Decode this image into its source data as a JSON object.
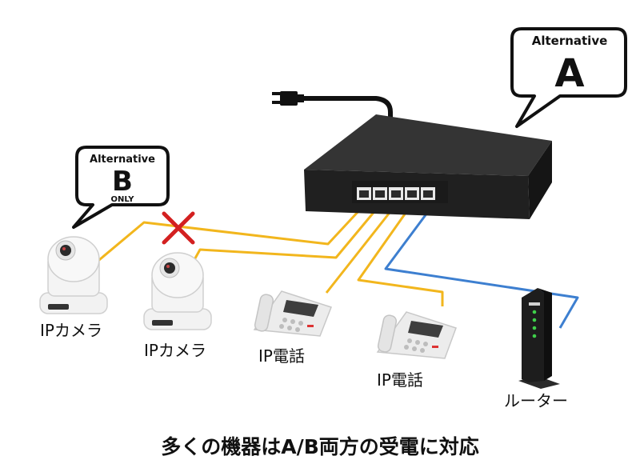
{
  "bubble_a": {
    "line1": "Alternative",
    "letter": "A"
  },
  "bubble_b": {
    "line1": "Alternative",
    "letter": "B",
    "line3": "ONLY"
  },
  "devices": {
    "camera1": "IPカメラ",
    "camera2": "IPカメラ",
    "phone1": "IP電話",
    "phone2": "IP電話",
    "router": "ルーター"
  },
  "caption": "多くの機器はA/B両方の受電に対応",
  "colors": {
    "poe_cable": "#f2b61d",
    "lan_cable": "#3d7fd0",
    "blocked_mark": "#d32020",
    "switch_body": "#232323",
    "switch_top": "#343434"
  }
}
